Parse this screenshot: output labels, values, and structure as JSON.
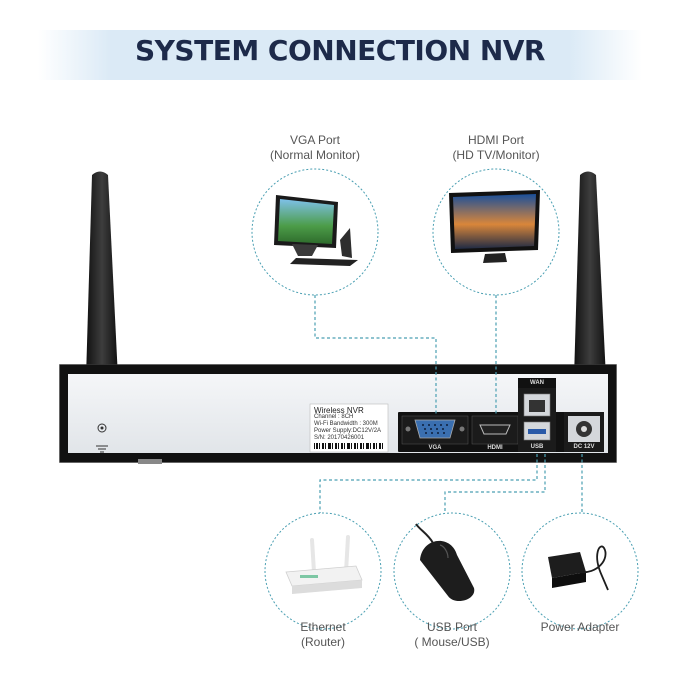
{
  "title": "SYSTEM CONNECTION NVR",
  "callouts": {
    "vga": {
      "line1": "VGA Port",
      "line2": "(Normal Monitor)"
    },
    "hdmi": {
      "line1": "HDMI Port",
      "line2": "(HD TV/Monitor)"
    },
    "ethernet": {
      "line1": "Ethernet",
      "line2": "(Router)"
    },
    "usb": {
      "line1": "USB Port",
      "line2": "( Mouse/USB)"
    },
    "power": {
      "line1": "Power Adapter"
    }
  },
  "device_label": {
    "heading": "Wireless NVR",
    "line1": "Channel : 8CH",
    "line2": "Wi-Fi Bandwidth : 300M",
    "line3": "Power Supply:DC12V/2A",
    "line4": "S/N: 20170426001"
  },
  "ports": {
    "vga": "VGA",
    "hdmi": "HDMI",
    "usb": "USB",
    "wan": "WAN",
    "dc": "DC 12V"
  },
  "colors": {
    "accent": "#4a9fb2",
    "panel": "#eceff2",
    "antenna": "#2a2a2a",
    "title": "#1d2a4a",
    "banner": "#dbeaf6"
  }
}
